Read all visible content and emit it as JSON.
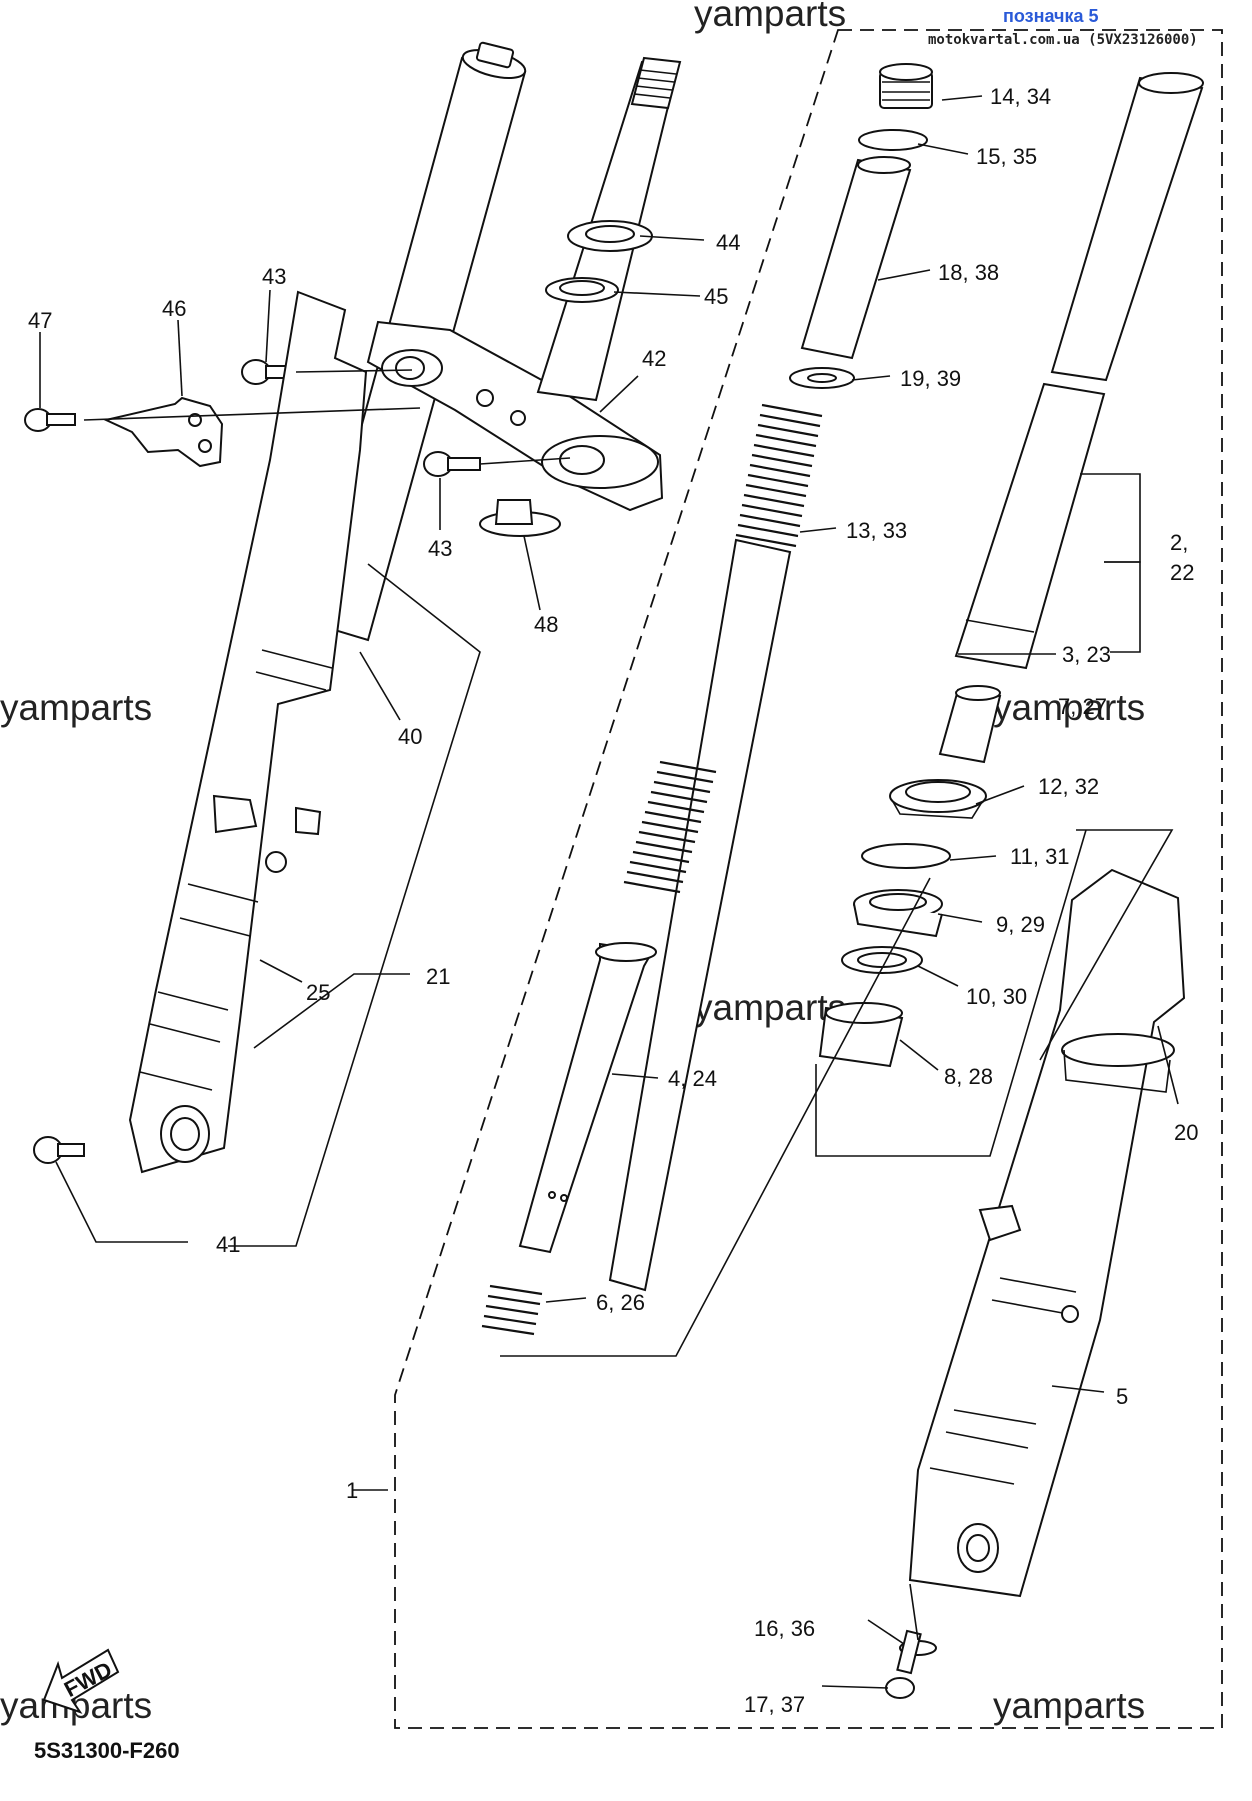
{
  "header": {
    "title": "позначка 5",
    "site": "motokvartal.com.ua (5VX23126000)"
  },
  "watermarks": [
    "yamparts",
    "yamparts",
    "yamparts",
    "yamparts",
    "yamparts",
    "yamparts"
  ],
  "diagram_code": "5S31300-F260",
  "fwd_badge": "FWD",
  "callouts": {
    "c1": "1",
    "c2_22a": "2,",
    "c2_22b": "22",
    "c3_23": "3, 23",
    "c4_24": "4, 24",
    "c5": "5",
    "c6_26": "6, 26",
    "c7_27": "7, 27",
    "c8_28": "8, 28",
    "c9_29": "9, 29",
    "c10_30": "10, 30",
    "c11_31": "11, 31",
    "c12_32": "12, 32",
    "c13_33": "13, 33",
    "c14_34": "14, 34",
    "c15_35": "15, 35",
    "c16_36": "16, 36",
    "c17_37": "17, 37",
    "c18_38": "18, 38",
    "c19_39": "19, 39",
    "c20": "20",
    "c21": "21",
    "c25": "25",
    "c40": "40",
    "c41": "41",
    "c42": "42",
    "c43a": "43",
    "c43b": "43",
    "c44": "44",
    "c45": "45",
    "c46": "46",
    "c47": "47",
    "c48": "48"
  }
}
